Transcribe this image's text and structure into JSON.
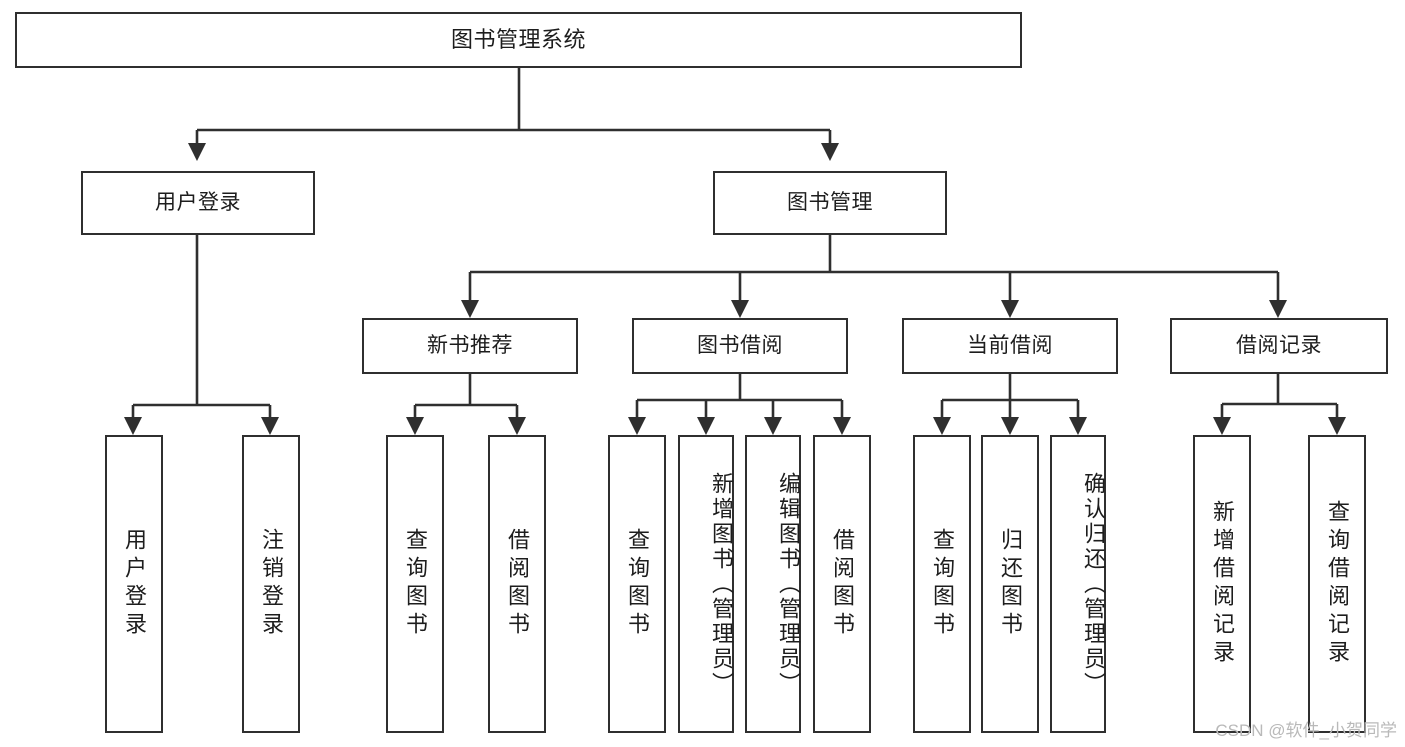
{
  "diagram": {
    "type": "tree",
    "title": "图书管理系统",
    "stroke_color": "#2f2f2f",
    "background_color": "#ffffff",
    "text_color": "#1d1d1d",
    "levels": {
      "root": {
        "label": "图书管理系统"
      },
      "level2": [
        {
          "label": "用户登录"
        },
        {
          "label": "图书管理"
        }
      ],
      "level3": [
        {
          "label": "新书推荐"
        },
        {
          "label": "图书借阅"
        },
        {
          "label": "当前借阅"
        },
        {
          "label": "借阅记录"
        }
      ],
      "leaves": [
        {
          "label": "用户登录",
          "parent": "用户登录"
        },
        {
          "label": "注销登录",
          "parent": "用户登录"
        },
        {
          "label": "查询图书",
          "parent": "新书推荐"
        },
        {
          "label": "借阅图书",
          "parent": "新书推荐"
        },
        {
          "label": "查询图书",
          "parent": "图书借阅"
        },
        {
          "label": "新增图书（管理员）",
          "parent": "图书借阅"
        },
        {
          "label": "编辑图书（管理员）",
          "parent": "图书借阅"
        },
        {
          "label": "借阅图书",
          "parent": "图书借阅"
        },
        {
          "label": "查询图书",
          "parent": "当前借阅"
        },
        {
          "label": "归还图书",
          "parent": "当前借阅"
        },
        {
          "label": "确认归还（管理员）",
          "parent": "当前借阅"
        },
        {
          "label": "新增借阅记录",
          "parent": "借阅记录"
        },
        {
          "label": "查询借阅记录",
          "parent": "借阅记录"
        }
      ]
    }
  },
  "watermark": {
    "text": "CSDN @软件_小贺同学",
    "color": "#b9b9b9"
  }
}
